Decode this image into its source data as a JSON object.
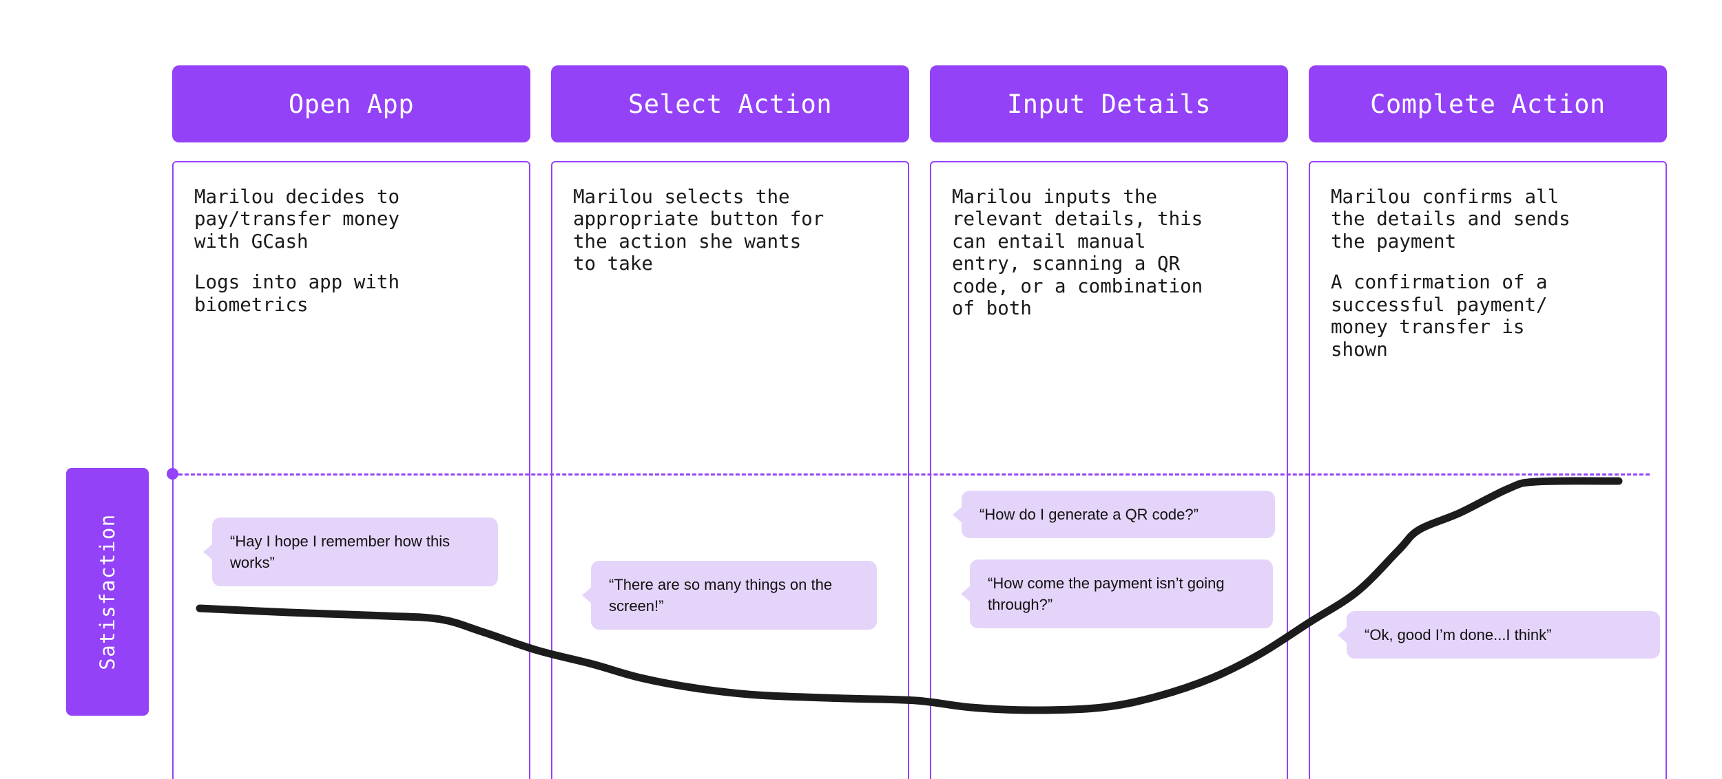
{
  "axis": {
    "label": "Satisfaction",
    "accent_color": "#9442F7"
  },
  "threshold": {
    "style": "dashed",
    "color": "#9442F7"
  },
  "colors": {
    "accent_purple": "#9442F7",
    "bubble_fill": "#E5D4FA",
    "curve_stroke": "#1C1C1C",
    "body_border": "#9442F7",
    "text_dark": "#1a1a1a",
    "header_text": "#ffffff"
  },
  "stages": [
    {
      "id": "open-app",
      "title": "Open App",
      "paragraphs": [
        "Marilou decides to\npay/transfer money\nwith GCash",
        "Logs into app with\nbiometrics"
      ],
      "bubbles": [
        {
          "text": "“Hay I hope I remember how this works”"
        }
      ]
    },
    {
      "id": "select-action",
      "title": "Select Action",
      "paragraphs": [
        "Marilou selects the\nappropriate button for\nthe action she wants\nto take"
      ],
      "bubbles": [
        {
          "text": "“There are so many things on the screen!”"
        }
      ]
    },
    {
      "id": "input-details",
      "title": "Input Details",
      "paragraphs": [
        "Marilou inputs the\nrelevant details, this\ncan entail manual\nentry, scanning a QR\ncode, or a combination\nof both"
      ],
      "bubbles": [
        {
          "text": "“How do I generate a QR code?”"
        },
        {
          "text": "“How come the payment isn’t going through?”"
        }
      ]
    },
    {
      "id": "complete-action",
      "title": "Complete Action",
      "paragraphs": [
        "Marilou confirms all\nthe details and sends\nthe payment",
        "A confirmation of a\nsuccessful payment/\nmoney transfer is\nshown"
      ],
      "bubbles": [
        {
          "text": "“Ok, good I’m done...I think”"
        }
      ]
    }
  ],
  "chart_data": {
    "type": "line",
    "title": "Satisfaction",
    "xlabel": "",
    "ylabel": "Satisfaction",
    "categories": [
      "Open App",
      "Select Action",
      "Input Details",
      "Complete Action"
    ],
    "series": [
      {
        "name": "Satisfaction",
        "points": [
          {
            "x": 290,
            "y": 884
          },
          {
            "x": 420,
            "y": 890
          },
          {
            "x": 560,
            "y": 895
          },
          {
            "x": 640,
            "y": 900
          },
          {
            "x": 700,
            "y": 918
          },
          {
            "x": 780,
            "y": 945
          },
          {
            "x": 860,
            "y": 965
          },
          {
            "x": 930,
            "y": 985
          },
          {
            "x": 1010,
            "y": 1000
          },
          {
            "x": 1100,
            "y": 1010
          },
          {
            "x": 1230,
            "y": 1015
          },
          {
            "x": 1330,
            "y": 1018
          },
          {
            "x": 1410,
            "y": 1028
          },
          {
            "x": 1500,
            "y": 1032
          },
          {
            "x": 1600,
            "y": 1028
          },
          {
            "x": 1680,
            "y": 1012
          },
          {
            "x": 1760,
            "y": 985
          },
          {
            "x": 1830,
            "y": 950
          },
          {
            "x": 1900,
            "y": 905
          },
          {
            "x": 1970,
            "y": 860
          },
          {
            "x": 2030,
            "y": 800
          },
          {
            "x": 2060,
            "y": 770
          },
          {
            "x": 2120,
            "y": 745
          },
          {
            "x": 2190,
            "y": 710
          },
          {
            "x": 2230,
            "y": 700
          },
          {
            "x": 2350,
            "y": 699
          }
        ]
      }
    ],
    "grid": false,
    "legend_position": "none",
    "annotations": [
      "Satisfaction starts neutral, declines through Select Action, bottoms out in Input Details, then rises to a high plateau in Complete Action."
    ]
  }
}
